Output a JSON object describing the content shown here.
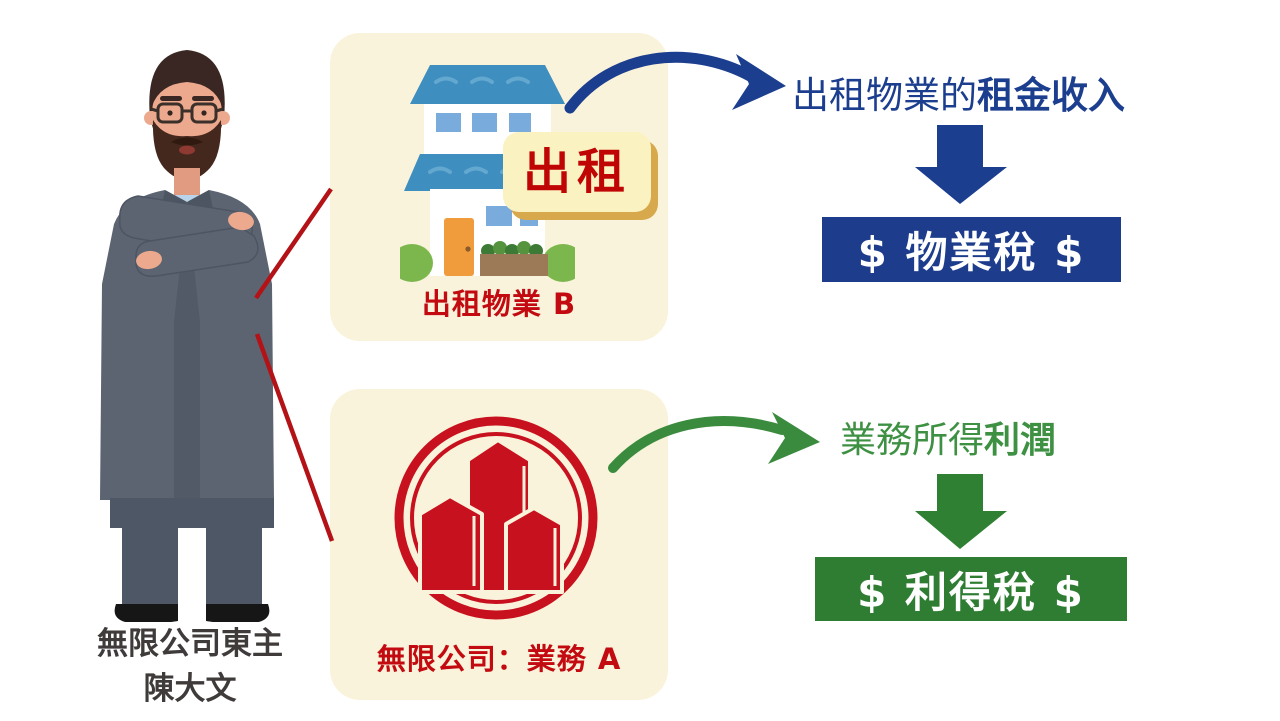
{
  "owner": {
    "title": "無限公司東主",
    "name": "陳大文"
  },
  "property_box": {
    "tag_label": "出租",
    "caption": "出租物業 B"
  },
  "company_box": {
    "caption": "無限公司：業務 A"
  },
  "property_flow": {
    "income_prefix": "出租物業的",
    "income_emphasis": "租金收入",
    "tax_label": "$ 物業稅 $"
  },
  "business_flow": {
    "income_prefix": "業務所得",
    "income_emphasis": "利潤",
    "tax_label": "$ 利得稅 $"
  },
  "icons": {
    "owner_illustration": "business-owner-crossed-arms",
    "property": "house-icon",
    "company": "buildings-emblem-icon",
    "flow_arrows": [
      "curved-arrow-icon",
      "down-arrow-icon"
    ]
  },
  "colors": {
    "property_accent_blue": "#1C3E8E",
    "property_banner_blue": "#1D3D8C",
    "business_accent_green": "#3E9143",
    "business_banner_green": "#2E7D33",
    "label_red": "#C20A10",
    "connector_red": "#B31217",
    "box_cream": "#FAF3DB",
    "tag_cream": "#FBF2C1"
  }
}
